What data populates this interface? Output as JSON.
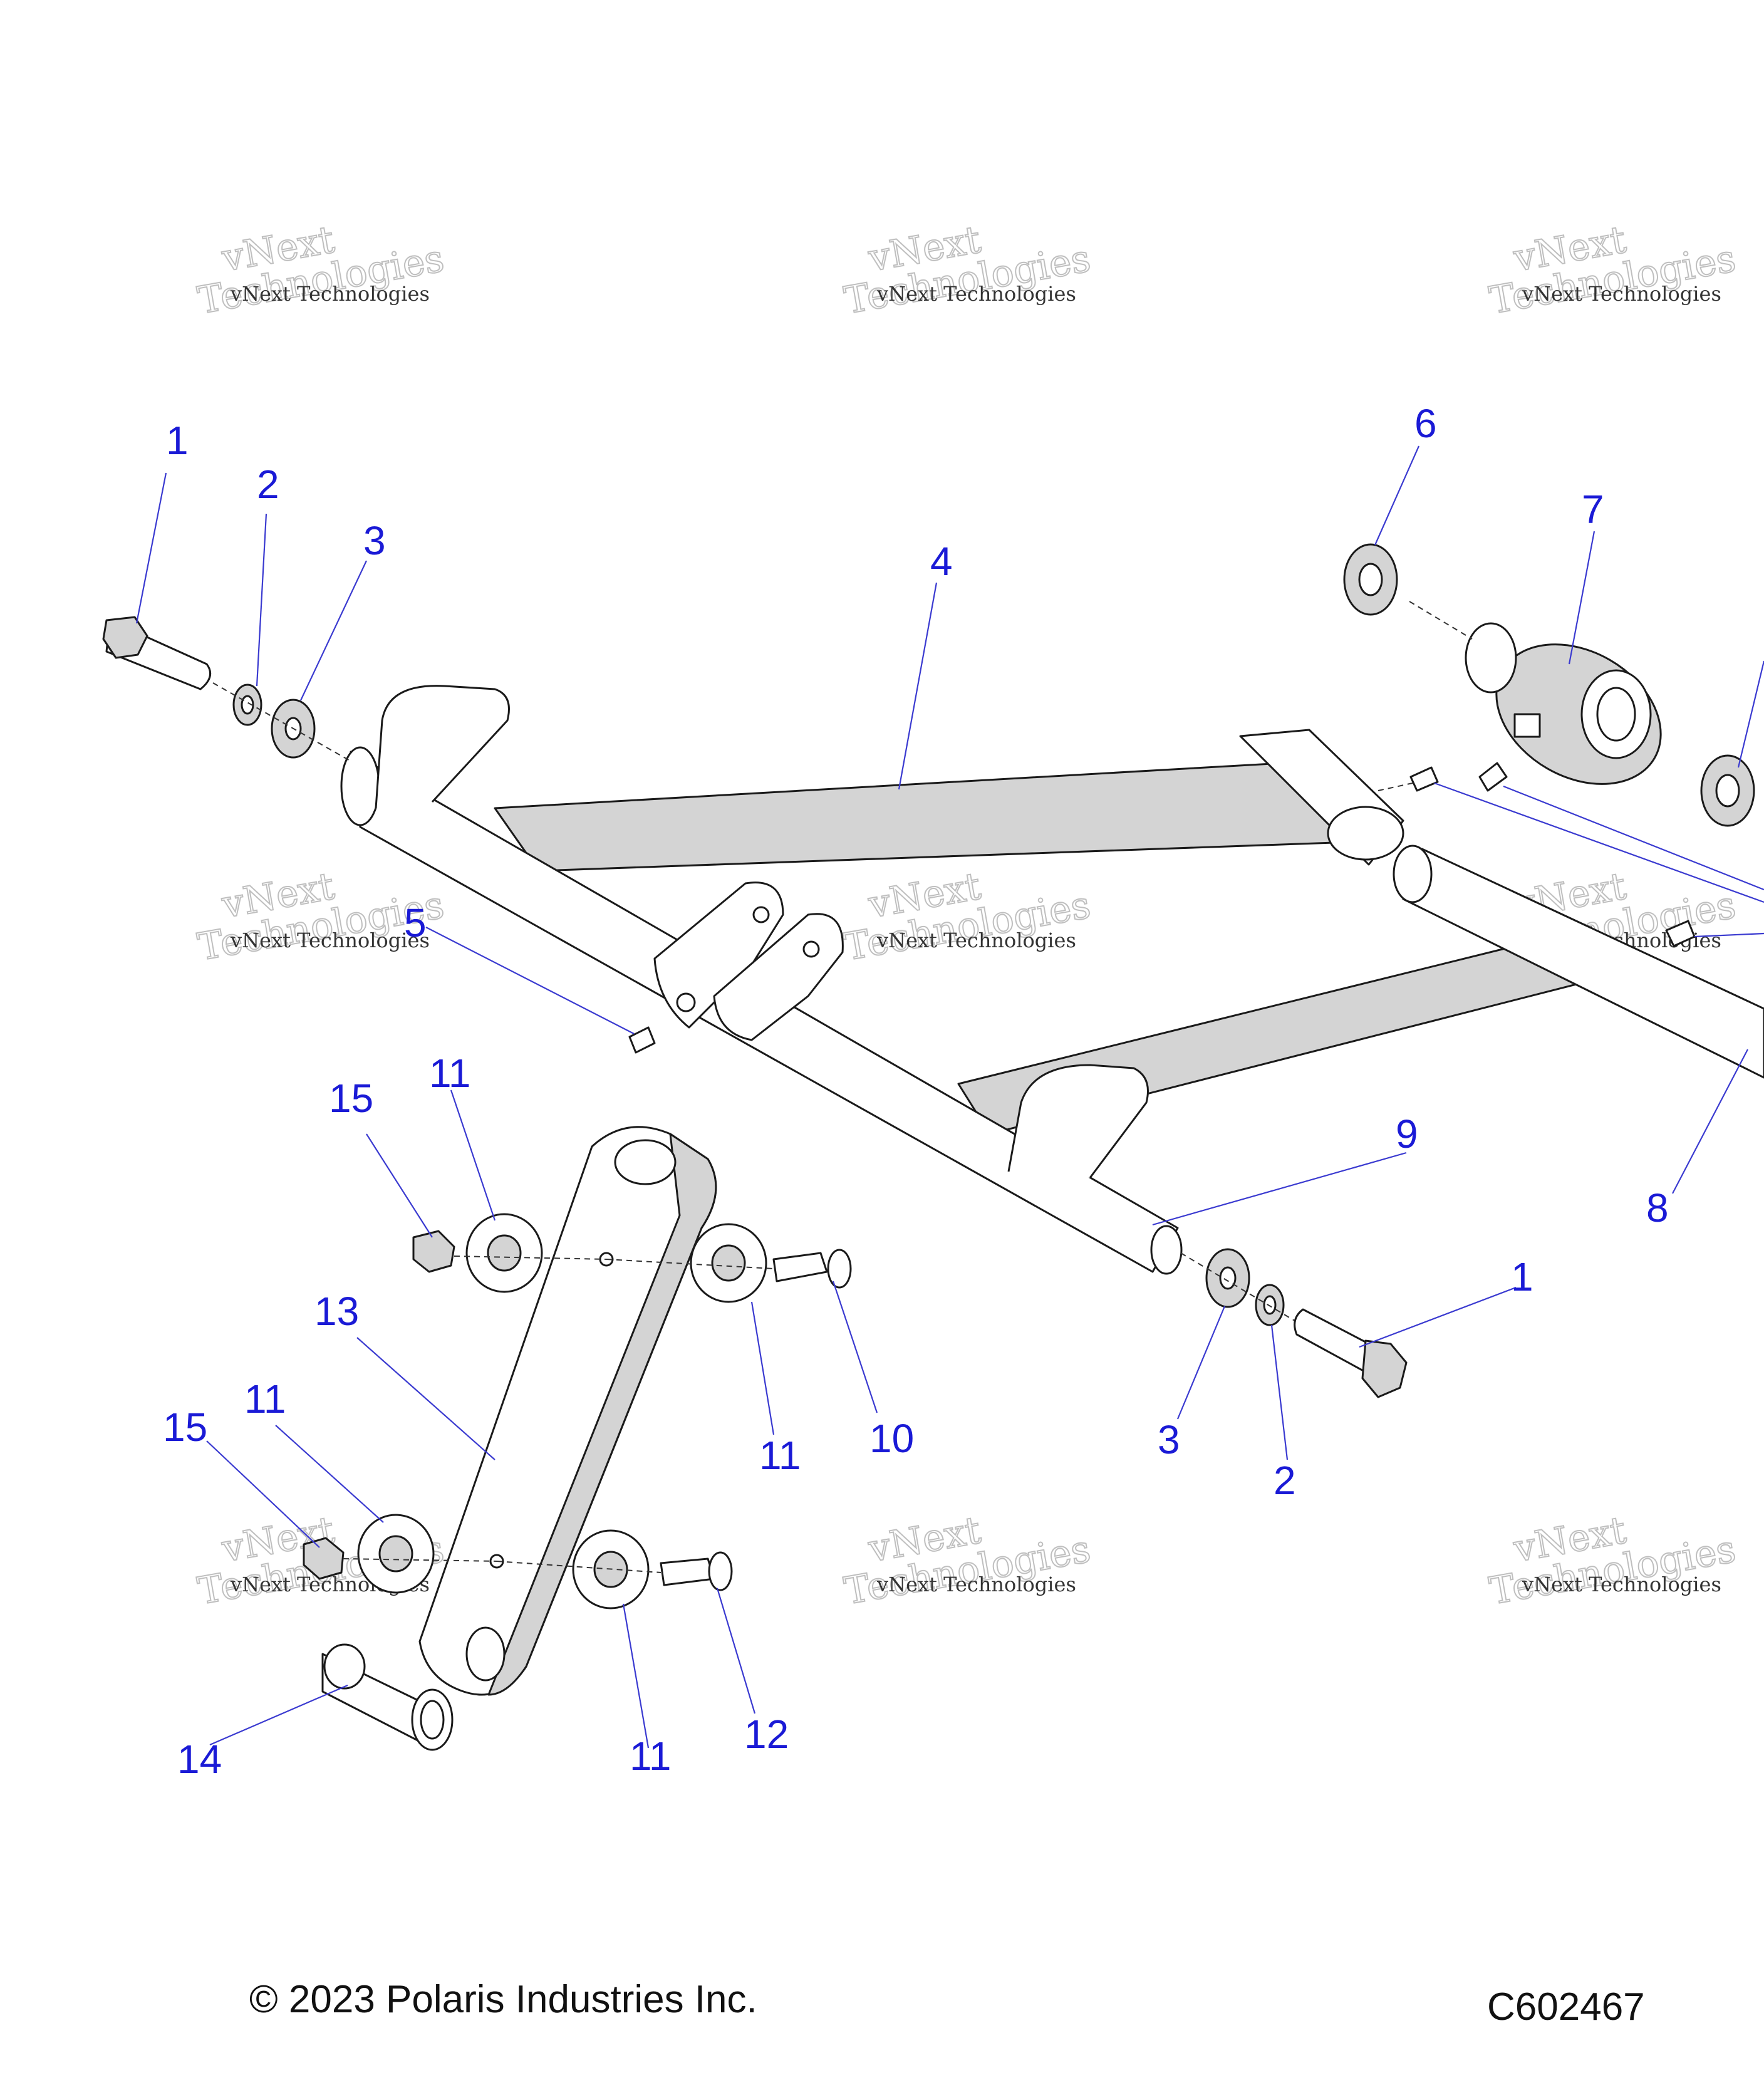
{
  "callouts": [
    {
      "id": "c1a",
      "text": "1"
    },
    {
      "id": "c2a",
      "text": "2"
    },
    {
      "id": "c3a",
      "text": "3"
    },
    {
      "id": "c4",
      "text": "4"
    },
    {
      "id": "c5",
      "text": "5"
    },
    {
      "id": "c6",
      "text": "6"
    },
    {
      "id": "c7",
      "text": "7"
    },
    {
      "id": "c8",
      "text": "8"
    },
    {
      "id": "c9",
      "text": "9"
    },
    {
      "id": "c1b",
      "text": "1"
    },
    {
      "id": "c3b",
      "text": "3"
    },
    {
      "id": "c2b",
      "text": "2"
    },
    {
      "id": "c10",
      "text": "10"
    },
    {
      "id": "c11a",
      "text": "11"
    },
    {
      "id": "c11b",
      "text": "11"
    },
    {
      "id": "c11c",
      "text": "11"
    },
    {
      "id": "c11d",
      "text": "11"
    },
    {
      "id": "c12",
      "text": "12"
    },
    {
      "id": "c13",
      "text": "13"
    },
    {
      "id": "c14",
      "text": "14"
    },
    {
      "id": "c15a",
      "text": "15"
    },
    {
      "id": "c15b",
      "text": "15"
    }
  ],
  "watermark": {
    "line1": "vNext Technologies",
    "line2a": "vNext",
    "line2b": "Technologies"
  },
  "footer": {
    "copyright": "© 2023 Polaris Industries Inc.",
    "code": "C602467"
  },
  "colors": {
    "callout": "#1a1ad6",
    "leader": "#3a3ad0",
    "line_art": "#1a1a1a",
    "shade": "#d4d4d4"
  }
}
